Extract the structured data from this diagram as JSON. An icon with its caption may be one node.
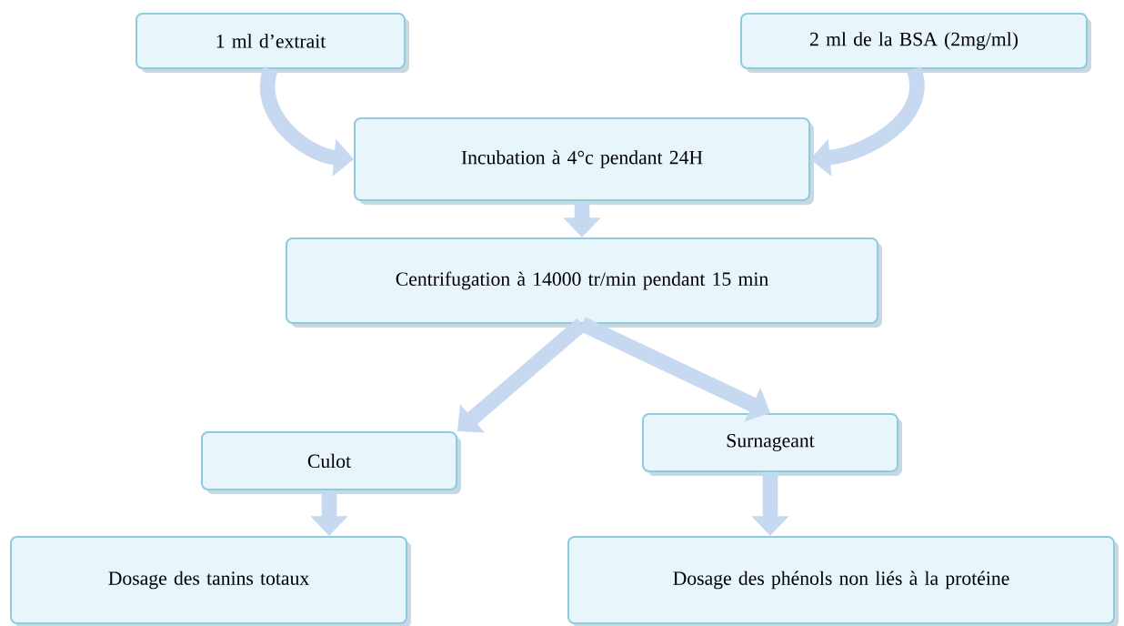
{
  "diagram": {
    "nodes": [
      {
        "text": [
          "1 ml d’extrait"
        ]
      },
      {
        "text": [
          "2 ml de la BSA (2mg/ml)"
        ]
      },
      {
        "text": [
          "Incubation à 4°c pendant 24H"
        ]
      },
      {
        "text": [
          "Centrifugation à 14000 tr/min pendant 15 min"
        ]
      },
      {
        "text": [
          "Culot"
        ]
      },
      {
        "text": [
          "Surnageant"
        ]
      },
      {
        "text": [
          "Dosage des tanins totaux"
        ]
      },
      {
        "text": [
          "Dosage des phénols non liés à la protéine"
        ]
      }
    ],
    "edges": [
      {
        "from": 0,
        "to": 2,
        "arrow": "to"
      },
      {
        "from": 1,
        "to": 2,
        "arrow": "to"
      },
      {
        "from": 2,
        "to": 3,
        "arrow": "to"
      },
      {
        "from": 3,
        "to": 4,
        "arrow": "to"
      },
      {
        "from": 3,
        "to": 5,
        "arrow": "to"
      },
      {
        "from": 4,
        "to": 6,
        "arrow": "to"
      },
      {
        "from": 5,
        "to": 7,
        "arrow": "to"
      }
    ]
  }
}
